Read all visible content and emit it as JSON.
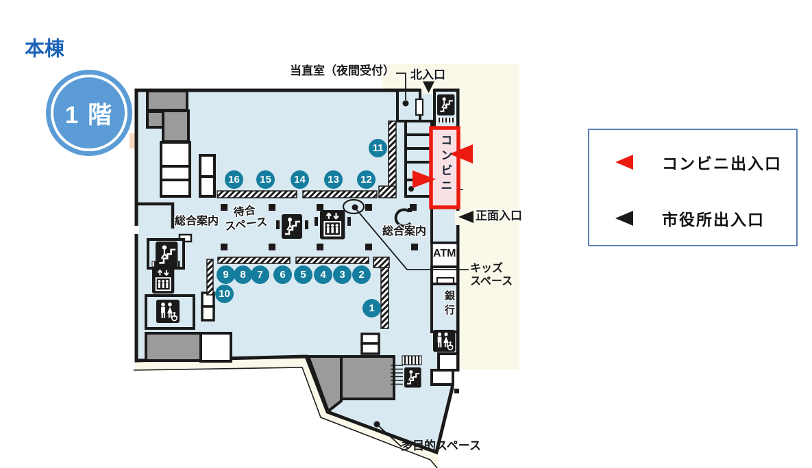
{
  "page": {
    "building_title": "本棟",
    "floor_badge": "1 階"
  },
  "legend": {
    "items": [
      {
        "label": "コンビニ出入口",
        "arrow_color": "#EC1B0F"
      },
      {
        "label": "市役所出入口",
        "arrow_color": "#1A1A1A"
      }
    ]
  },
  "map": {
    "labels": {
      "night_office": "当直室（夜間受付）",
      "north_entrance": "北入口",
      "convenience_store": "コンビニ",
      "main_entrance": "正面入口",
      "atm": "ATM",
      "bank": "銀行",
      "info_left": "総合案内",
      "info_right": "総合案内",
      "waiting_line1": "待合",
      "waiting_line2": "スペース",
      "kids_line1": "キッズ",
      "kids_line2": "スペース",
      "multipurpose": "多目的スペース"
    },
    "booths": [
      "1",
      "2",
      "3",
      "4",
      "5",
      "6",
      "7",
      "8",
      "9",
      "10",
      "11",
      "12",
      "13",
      "14",
      "15",
      "16"
    ],
    "icons": {
      "stairs": "stairs-person-icon",
      "escalator": "escalator-icon",
      "elevator": "elevator-icon",
      "toilet": "accessible-toilet-icon",
      "info_counter": "circular-arrow-icon",
      "kids_marker": "circled-dot-marker",
      "north_entrance_marker": "down-triangle",
      "main_entrance_marker": "black-left-triangle",
      "convenience_entrance_markers": "red-left-and-right-triangles"
    }
  },
  "colors": {
    "title-blue": "#1C63B7",
    "badge-blue": "#5B9CD6",
    "map-floor": "#D9E9F1",
    "cream": "#FAF8E9",
    "wall": "#1A1A1A",
    "teal": "#157D9E",
    "red": "#EC1B0F",
    "pink": "#F9E0E5",
    "gray-room": "#9B9B9B",
    "legend-border": "#5E81B5"
  }
}
